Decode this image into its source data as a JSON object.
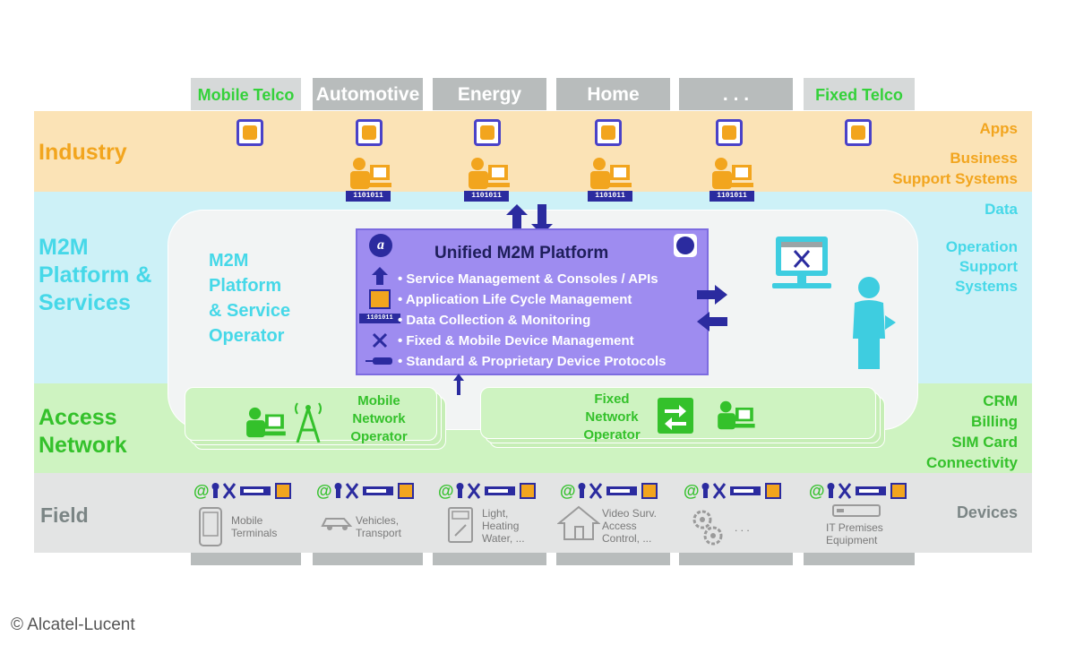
{
  "columns": [
    {
      "label": "Mobile Telco",
      "style": "green"
    },
    {
      "label": "Automotive",
      "style": "grey"
    },
    {
      "label": "Energy",
      "style": "grey"
    },
    {
      "label": "Home",
      "style": "grey"
    },
    {
      "label": ". . .",
      "style": "grey"
    },
    {
      "label": "Fixed Telco",
      "style": "green"
    }
  ],
  "bands": {
    "industry": {
      "label": "Industry",
      "right": {
        "line1": "Apps",
        "line2": "Business",
        "line3": "Support Systems"
      }
    },
    "platform": {
      "label": {
        "line1": "M2M",
        "line2": "Platform &",
        "line3": "Services"
      },
      "right": {
        "line1": "Data",
        "line2": "Operation",
        "line3": "Support",
        "line4": "Systems"
      }
    },
    "access": {
      "label": {
        "line1": "Access",
        "line2": "Network"
      },
      "right": {
        "line1": "CRM",
        "line2": "Billing",
        "line3": "SIM Card",
        "line4": "Connectivity"
      }
    },
    "field": {
      "label": "Field",
      "right": "Devices"
    }
  },
  "binary_label": "1101011",
  "operator": {
    "line1": "M2M",
    "line2": "Platform",
    "line3": "& Service",
    "line4": "Operator"
  },
  "unified": {
    "title": "Unified M2M Platform",
    "items": [
      "• Service Management & Consoles / APIs",
      "• Application Life Cycle Management",
      "• Data Collection & Monitoring",
      "• Fixed & Mobile Device Management",
      "• Standard & Proprietary Device Protocols"
    ]
  },
  "mobile_operator": {
    "line1": "Mobile",
    "line2": "Network",
    "line3": "Operator"
  },
  "fixed_operator": {
    "line1": "Fixed",
    "line2": "Network",
    "line3": "Operator"
  },
  "field_items": [
    {
      "line1": "Mobile",
      "line2": "Terminals",
      "line3": ""
    },
    {
      "line1": "Vehicles,",
      "line2": "Transport",
      "line3": ""
    },
    {
      "line1": "Light,",
      "line2": "Heating",
      "line3": "Water, ..."
    },
    {
      "line1": "Video Surv.",
      "line2": "Access",
      "line3": "Control, ..."
    },
    {
      "line1": ". . .",
      "line2": "",
      "line3": ""
    },
    {
      "line1": "IT Premises",
      "line2": "Equipment",
      "line3": ""
    }
  ],
  "copyright": "© Alcatel-Lucent",
  "colors": {
    "industry_band": "#fbe3b6",
    "platform_band": "#cdf1f7",
    "access_band": "#cef3c1",
    "field_band": "#e3e4e4",
    "industry_text": "#f2a51e",
    "platform_text": "#46d8e8",
    "access_text": "#34c12b",
    "field_text": "#7b8585",
    "platform_box": "#9e8cf0",
    "accent_blue": "#2b2b9f"
  }
}
